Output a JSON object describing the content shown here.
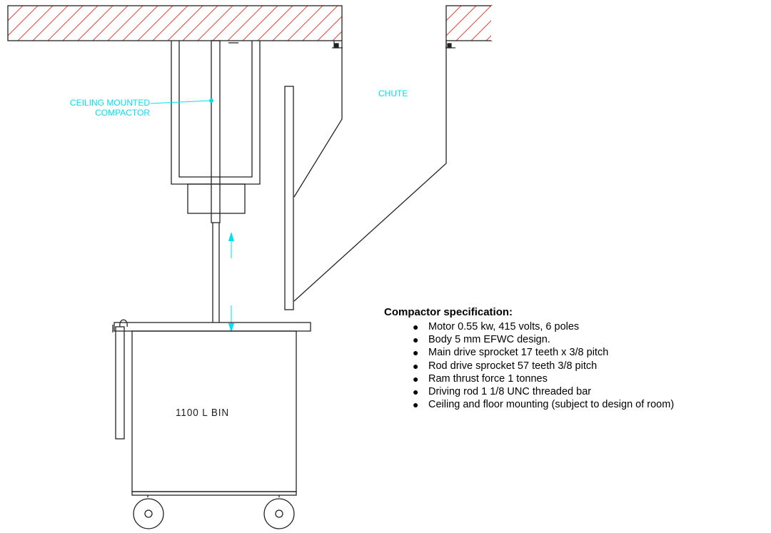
{
  "labels": {
    "compactor_line1": "CEILING MOUNTED",
    "compactor_line2": "COMPACTOR",
    "chute": "CHUTE",
    "bin": "1100 L BIN"
  },
  "colors": {
    "hatch": "#e8443a",
    "annotation": "#00e0f0",
    "line": "#222222"
  },
  "specification": {
    "title": "Compactor specification:",
    "items": [
      "Motor 0.55 kw, 415 volts, 6 poles",
      "Body 5 mm EFWC design.",
      "Main drive sprocket 17 teeth x 3/8 pitch",
      "Rod drive sprocket 57 teeth 3/8 pitch",
      "Ram thrust force 1 tonnes",
      "Driving rod 1 1/8 UNC threaded bar",
      "Ceiling and floor mounting (subject to design of room)"
    ]
  }
}
